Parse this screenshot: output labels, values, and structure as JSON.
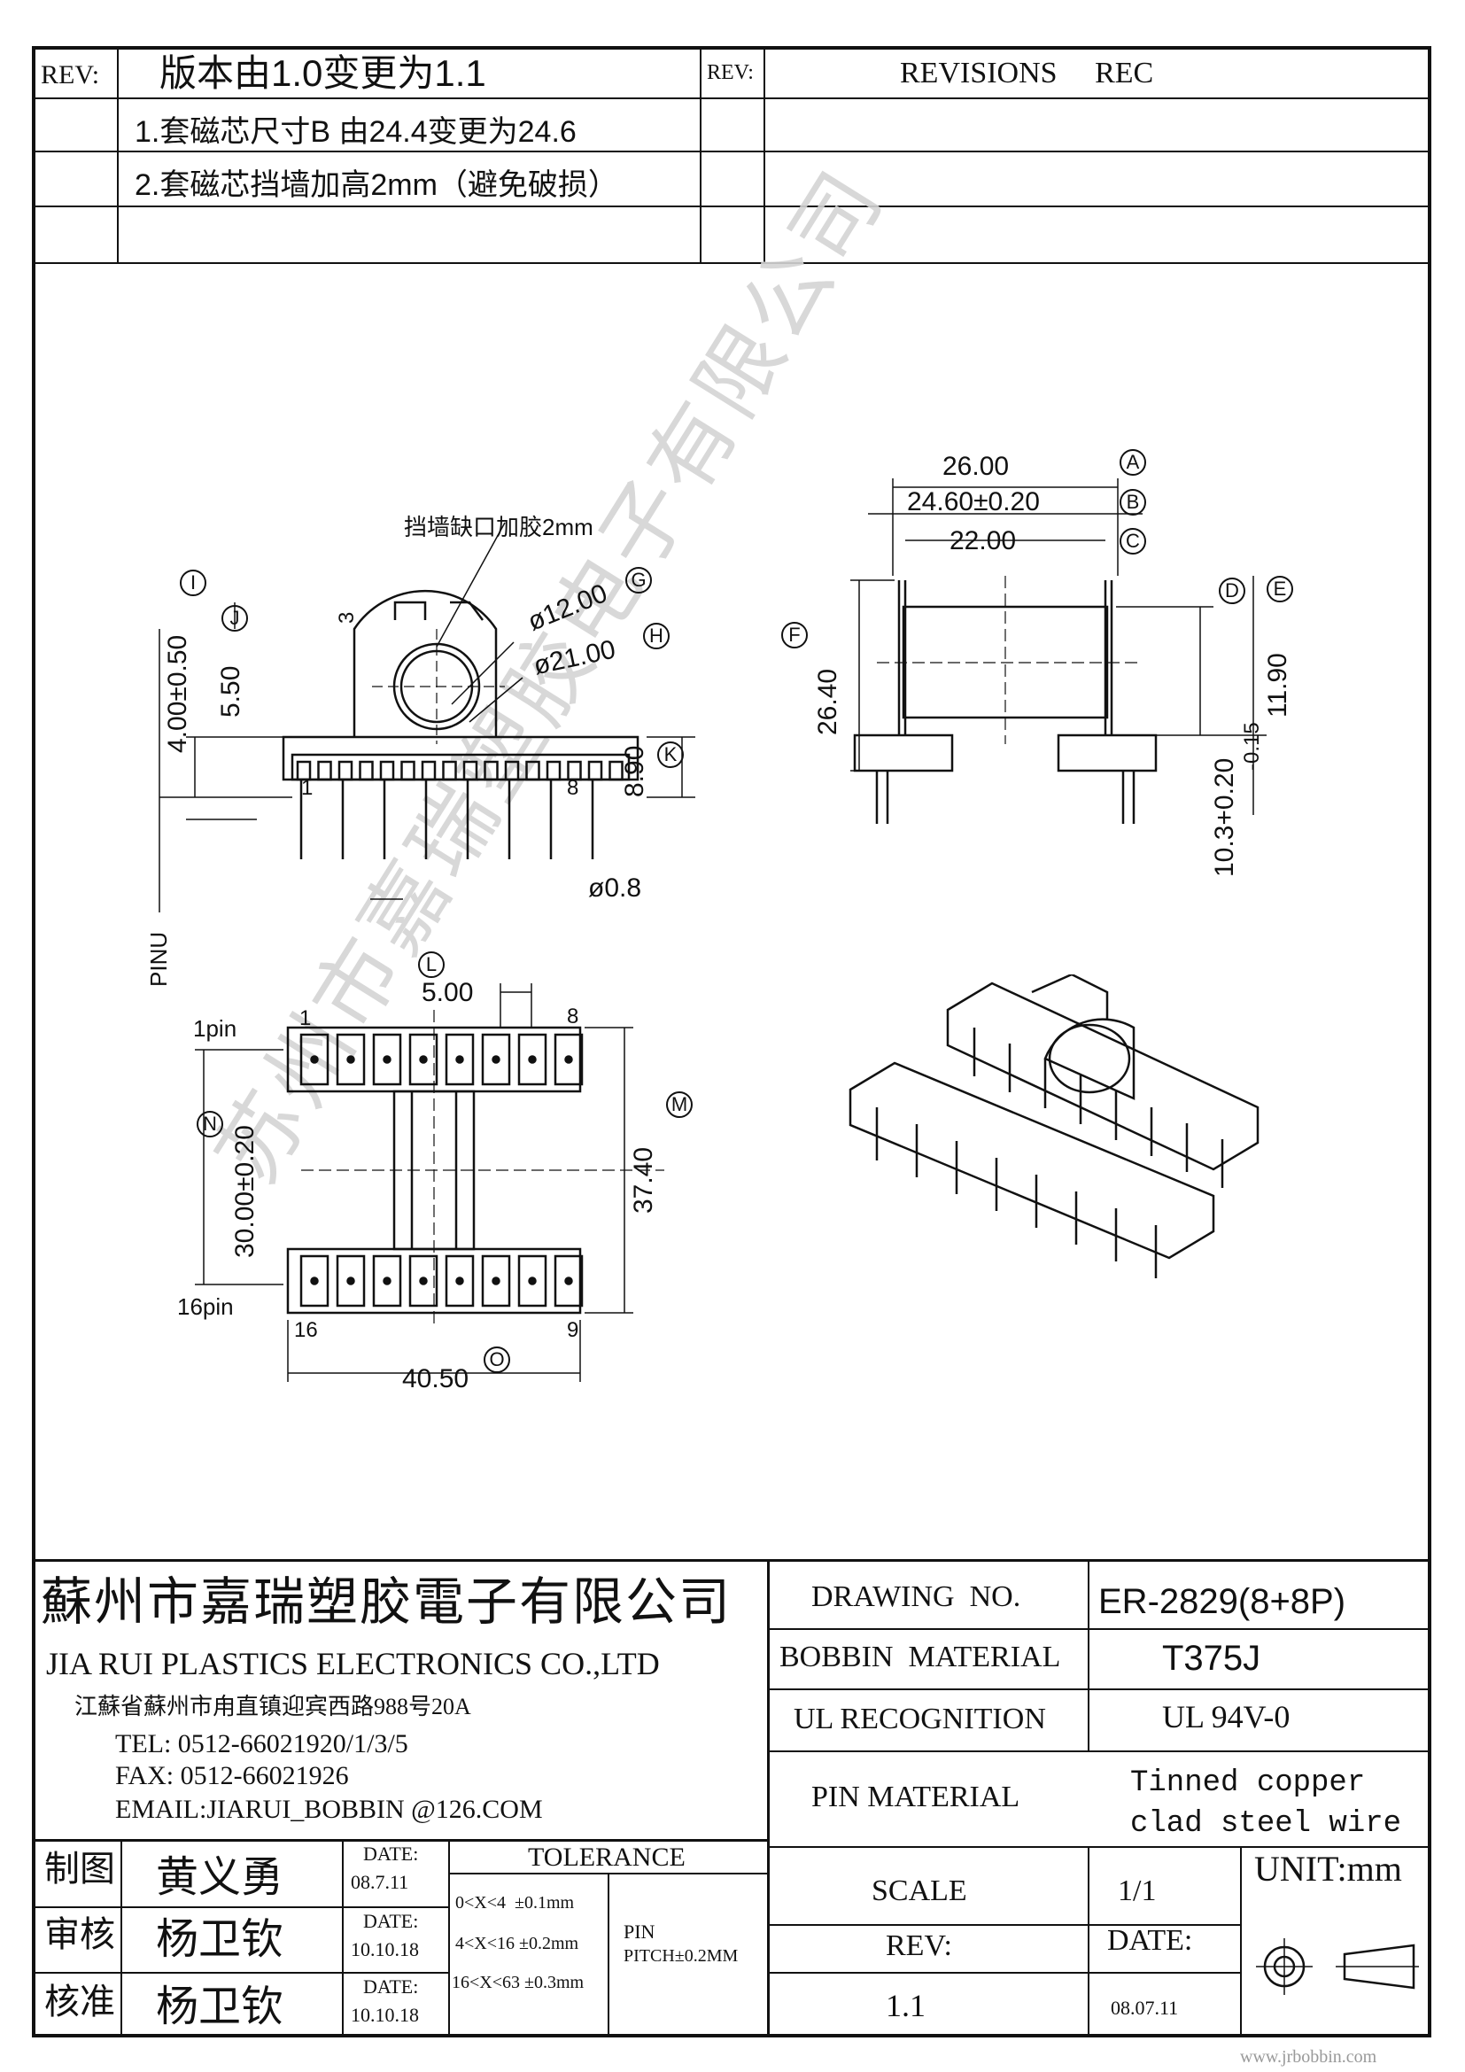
{
  "revisions": {
    "rev_label": "REV:",
    "title": "版本由1.0变更为1.1",
    "rev_label_2": "REV:",
    "header_right": "REVISIONS     REC",
    "items": [
      "1.套磁芯尺寸B 由24.4变更为24.6",
      "2.套磁芯挡墙加高2mm（避免破损）"
    ]
  },
  "drawing": {
    "note": "挡墙缺口加胶2mm",
    "watermark_text": "苏州市嘉瑞塑胶电子有限公司",
    "front_view": {
      "dims": [
        "4.00±0.50",
        "5.50",
        "3",
        "ø12.00",
        "ø21.00",
        "8.90",
        "ø0.8",
        "PINU"
      ],
      "pin_labels": [
        "1",
        "8"
      ],
      "markers": [
        "I",
        "J",
        "G",
        "H",
        "K"
      ]
    },
    "side_view": {
      "dims": [
        "26.00",
        "24.60±0.20",
        "22.00",
        "26.40",
        "11.90",
        "10.3+0.20",
        "-0.15"
      ],
      "markers": [
        "A",
        "B",
        "C",
        "D",
        "E",
        "F"
      ]
    },
    "bottom_view": {
      "dims": [
        "5.00",
        "30.00±0.20",
        "37.40",
        "40.50"
      ],
      "pin_labels": [
        "1pin",
        "16pin",
        "1",
        "8",
        "16",
        "9"
      ],
      "markers": [
        "L",
        "M",
        "N",
        "O"
      ]
    }
  },
  "title_block": {
    "company_cn": "蘇州市嘉瑞塑胶電子有限公司",
    "company_en": "JIA RUI PLASTICS ELECTRONICS CO.,LTD",
    "address": "江蘇省蘇州市甪直镇迎宾西路988号20A",
    "tel": "TEL: 0512-66021920/1/3/5",
    "fax": "FAX: 0512-66021926",
    "email": "EMAIL:JIARUI_BOBBIN @126.COM",
    "drawing_no_label": "DRAWING  NO.",
    "drawing_no": "ER-2829(8+8P)",
    "bobbin_material_label": "BOBBIN  MATERIAL",
    "bobbin_material": "T375J",
    "ul_label": "UL RECOGNITION",
    "ul_value": "UL 94V-0",
    "pin_material_label": "PIN MATERIAL",
    "pin_material_1": "Tinned copper",
    "pin_material_2": "clad steel wire",
    "roles": [
      {
        "role": "制图",
        "name": "黄义勇",
        "date_label": "DATE:",
        "date": "08.7.11"
      },
      {
        "role": "审核",
        "name": "杨卫钦",
        "date_label": "DATE:",
        "date": "10.10.18"
      },
      {
        "role": "核准",
        "name": "杨卫钦",
        "date_label": "DATE:",
        "date": "10.10.18"
      }
    ],
    "tolerance_label": "TOLERANCE",
    "tolerances": [
      "0<X<4  ±0.1mm",
      "4<X<16 ±0.2mm",
      "16<X<63 ±0.3mm"
    ],
    "pin_pitch_1": "PIN",
    "pin_pitch_2": "PITCH±0.2MM",
    "scale_label": "SCALE",
    "scale_value": "1/1",
    "unit": "UNIT:mm",
    "rev_label": "REV:",
    "rev_value": "1.1",
    "date_label": "DATE:",
    "date_value": "08.07.11"
  },
  "footer": "www.jrbobbin.com"
}
